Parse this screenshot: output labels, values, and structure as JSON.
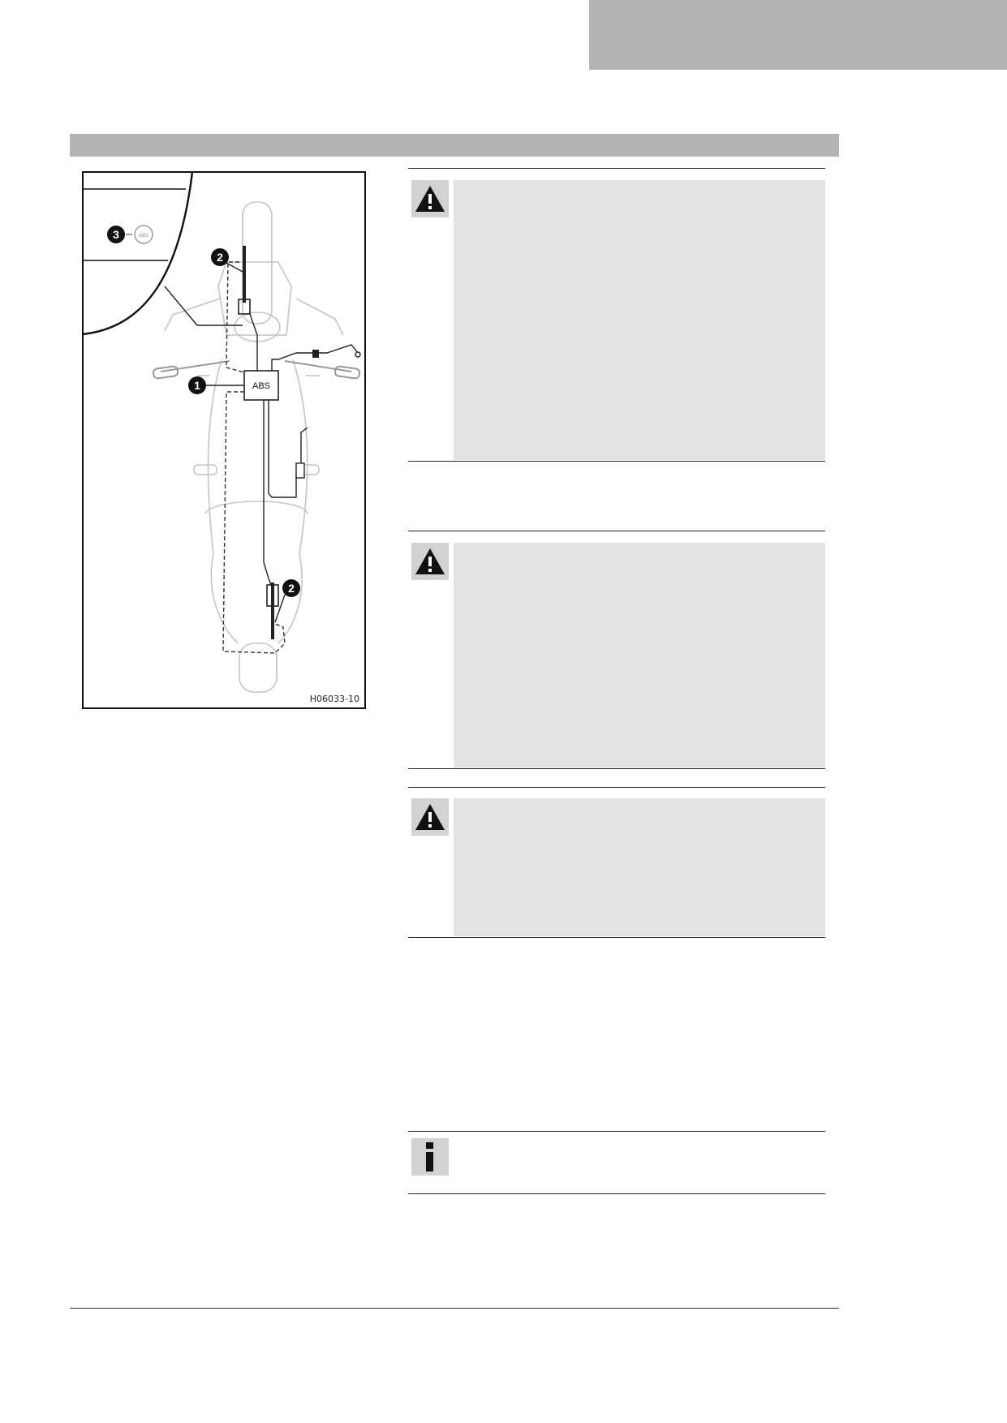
{
  "figure": {
    "code": "H06033-10",
    "callouts": [
      {
        "number": "1",
        "label": "ABS"
      },
      {
        "number": "2",
        "label": ""
      },
      {
        "number": "3",
        "label": "ABS"
      }
    ]
  },
  "notes": [
    {
      "type": "warning",
      "icon": "warning-triangle-icon"
    },
    {
      "type": "warning",
      "icon": "warning-triangle-icon"
    },
    {
      "type": "warning",
      "icon": "warning-triangle-icon"
    },
    {
      "type": "info",
      "icon": "info-icon"
    }
  ],
  "colors": {
    "header_gray": "#b3b3b3",
    "panel_gray": "#e2e2e2",
    "icon_bg": "#d2d2d2"
  }
}
